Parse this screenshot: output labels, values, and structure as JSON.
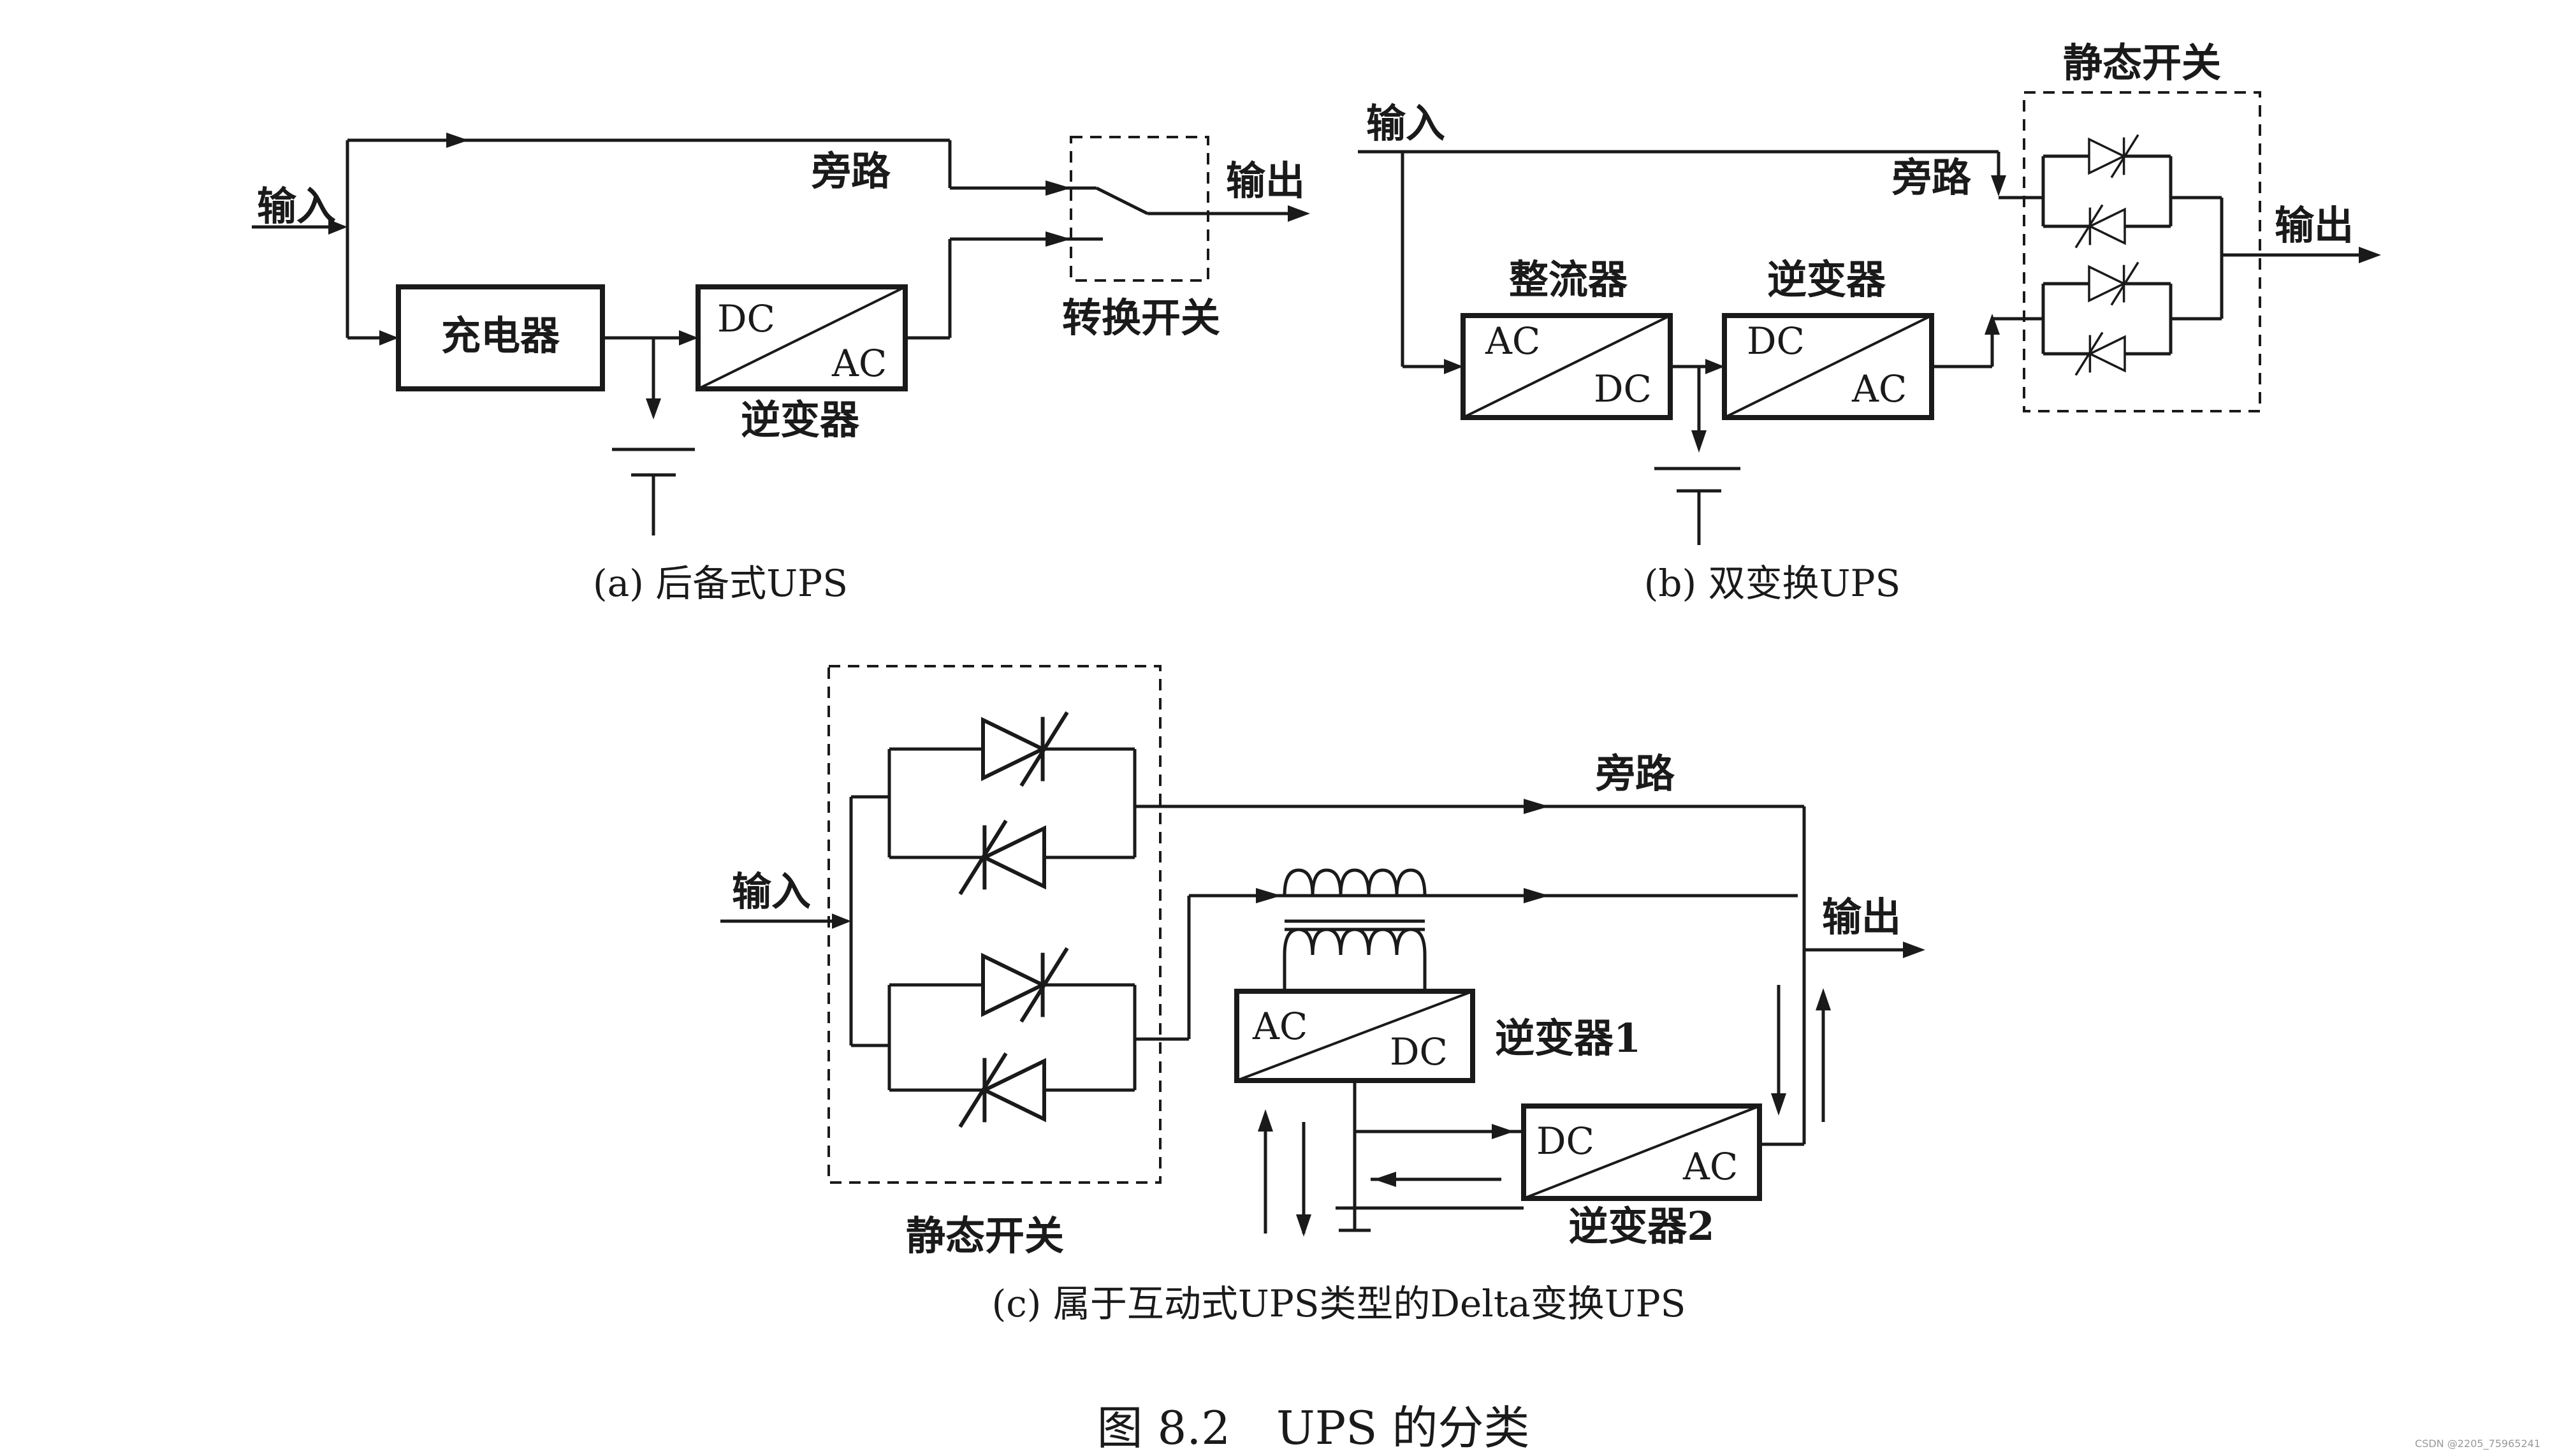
{
  "diagram_a": {
    "input": "输入",
    "bypass": "旁路",
    "output": "输出",
    "charger": "充电器",
    "inverter_dc": "DC",
    "inverter_ac": "AC",
    "inverter": "逆变器",
    "transfer_switch": "转换开关",
    "caption": "(a) 后备式UPS"
  },
  "diagram_b": {
    "input": "输入",
    "bypass": "旁路",
    "output": "输出",
    "static_switch": "静态开关",
    "rectifier": "整流器",
    "rectifier_ac": "AC",
    "rectifier_dc": "DC",
    "inverter": "逆变器",
    "inverter_dc": "DC",
    "inverter_ac": "AC",
    "caption": "(b) 双变换UPS"
  },
  "diagram_c": {
    "input": "输入",
    "bypass": "旁路",
    "output": "输出",
    "static_switch": "静态开关",
    "inverter1": "逆变器1",
    "inv1_ac": "AC",
    "inv1_dc": "DC",
    "inverter2": "逆变器2",
    "inv2_dc": "DC",
    "inv2_ac": "AC",
    "caption": "(c) 属于互动式UPS类型的Delta变换UPS"
  },
  "figure_title": "图 8.2　UPS 的分类",
  "watermark": "CSDN @2205_75965241"
}
